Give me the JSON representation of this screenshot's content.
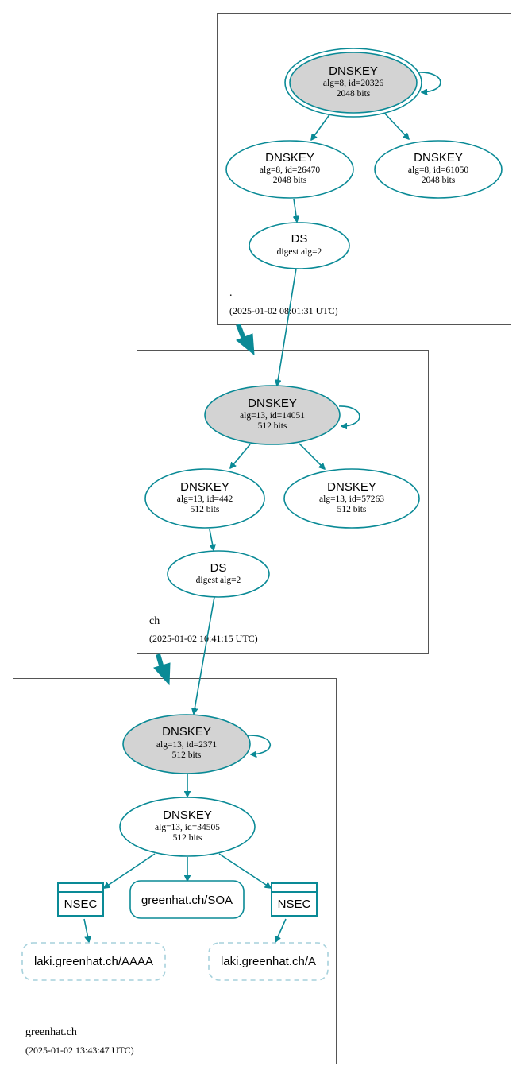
{
  "colors": {
    "edge": "#0a8a96",
    "ksk_fill": "#d3d3d3",
    "nonexistent_border": "#a6d1dc"
  },
  "zones": [
    {
      "name": ".",
      "timestamp": "(2025-01-02 08:01:31 UTC)"
    },
    {
      "name": "ch",
      "timestamp": "(2025-01-02 10:41:15 UTC)"
    },
    {
      "name": "greenhat.ch",
      "timestamp": "(2025-01-02 13:43:47 UTC)"
    }
  ],
  "nodes": {
    "root_ksk": {
      "title": "DNSKEY",
      "line1": "alg=8, id=20326",
      "line2": "2048 bits"
    },
    "root_zsk1": {
      "title": "DNSKEY",
      "line1": "alg=8, id=26470",
      "line2": "2048 bits"
    },
    "root_zsk2": {
      "title": "DNSKEY",
      "line1": "alg=8, id=61050",
      "line2": "2048 bits"
    },
    "root_ds": {
      "title": "DS",
      "line1": "digest alg=2"
    },
    "ch_ksk": {
      "title": "DNSKEY",
      "line1": "alg=13, id=14051",
      "line2": "512 bits"
    },
    "ch_zsk1": {
      "title": "DNSKEY",
      "line1": "alg=13, id=442",
      "line2": "512 bits"
    },
    "ch_zsk2": {
      "title": "DNSKEY",
      "line1": "alg=13, id=57263",
      "line2": "512 bits"
    },
    "ch_ds": {
      "title": "DS",
      "line1": "digest alg=2"
    },
    "gh_ksk": {
      "title": "DNSKEY",
      "line1": "alg=13, id=2371",
      "line2": "512 bits"
    },
    "gh_zsk": {
      "title": "DNSKEY",
      "line1": "alg=13, id=34505",
      "line2": "512 bits"
    },
    "nsec_left": {
      "title": "NSEC"
    },
    "soa": {
      "title": "greenhat.ch/SOA"
    },
    "nsec_right": {
      "title": "NSEC"
    },
    "aaaa": {
      "title": "laki.greenhat.ch/AAAA"
    },
    "a": {
      "title": "laki.greenhat.ch/A"
    }
  }
}
